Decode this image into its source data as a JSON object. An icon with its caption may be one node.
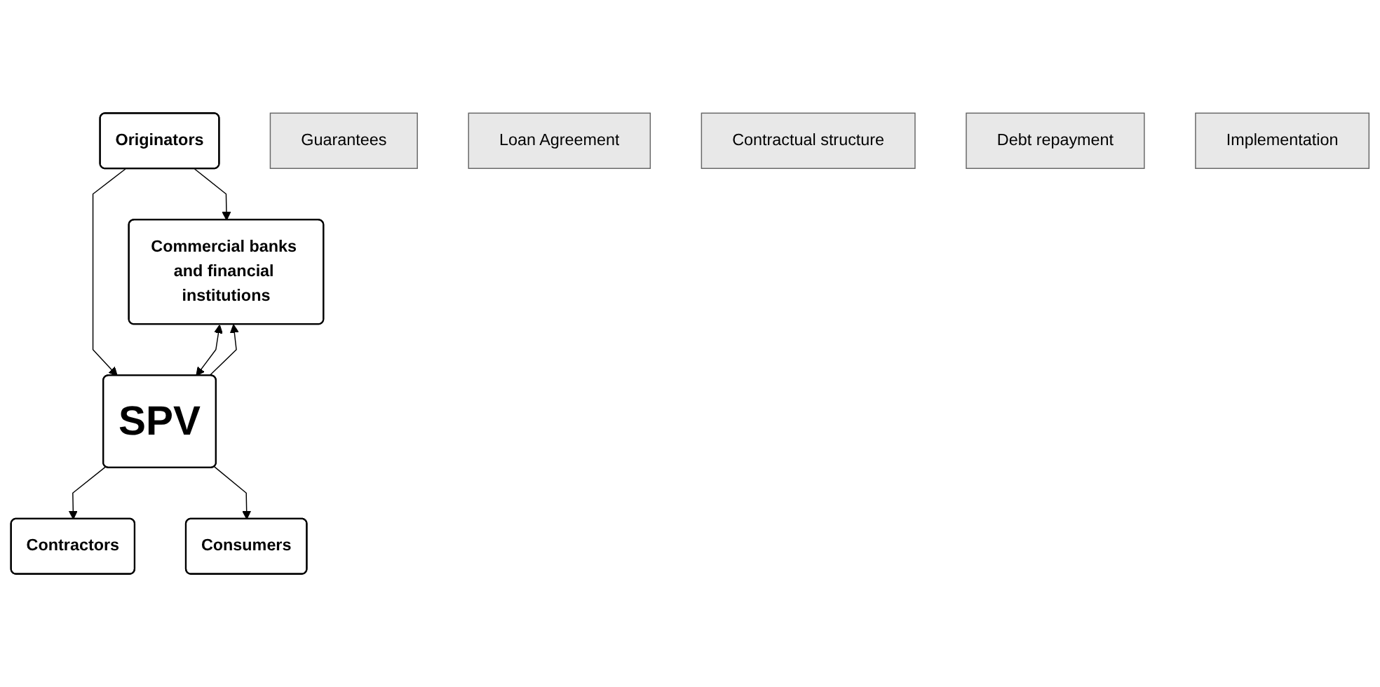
{
  "diagram": {
    "nodes": [
      {
        "text": [
          "Originators"
        ]
      },
      {
        "text": [
          "Guarantees"
        ]
      },
      {
        "text": [
          "Loan Agreement"
        ]
      },
      {
        "text": [
          "Commercial banks and financial institutions"
        ]
      },
      {
        "text": [
          "SPV"
        ]
      },
      {
        "text": [
          "Contractual structure"
        ]
      },
      {
        "text": [
          "Contractors"
        ]
      },
      {
        "text": [
          "Debt repayment"
        ]
      },
      {
        "text": [
          "Implementation"
        ]
      },
      {
        "text": [
          "Consumers"
        ]
      }
    ],
    "edges": [
      {
        "from": 0,
        "to": 3,
        "arrow": "to"
      },
      {
        "from": 0,
        "to": 4,
        "arrow": "to"
      },
      {
        "from": 3,
        "to": 4,
        "arrow": "both"
      },
      {
        "from": 4,
        "to": 3,
        "arrow": "to"
      },
      {
        "from": 4,
        "to": 6,
        "arrow": "to"
      },
      {
        "from": 4,
        "to": 9,
        "arrow": "to"
      }
    ]
  }
}
